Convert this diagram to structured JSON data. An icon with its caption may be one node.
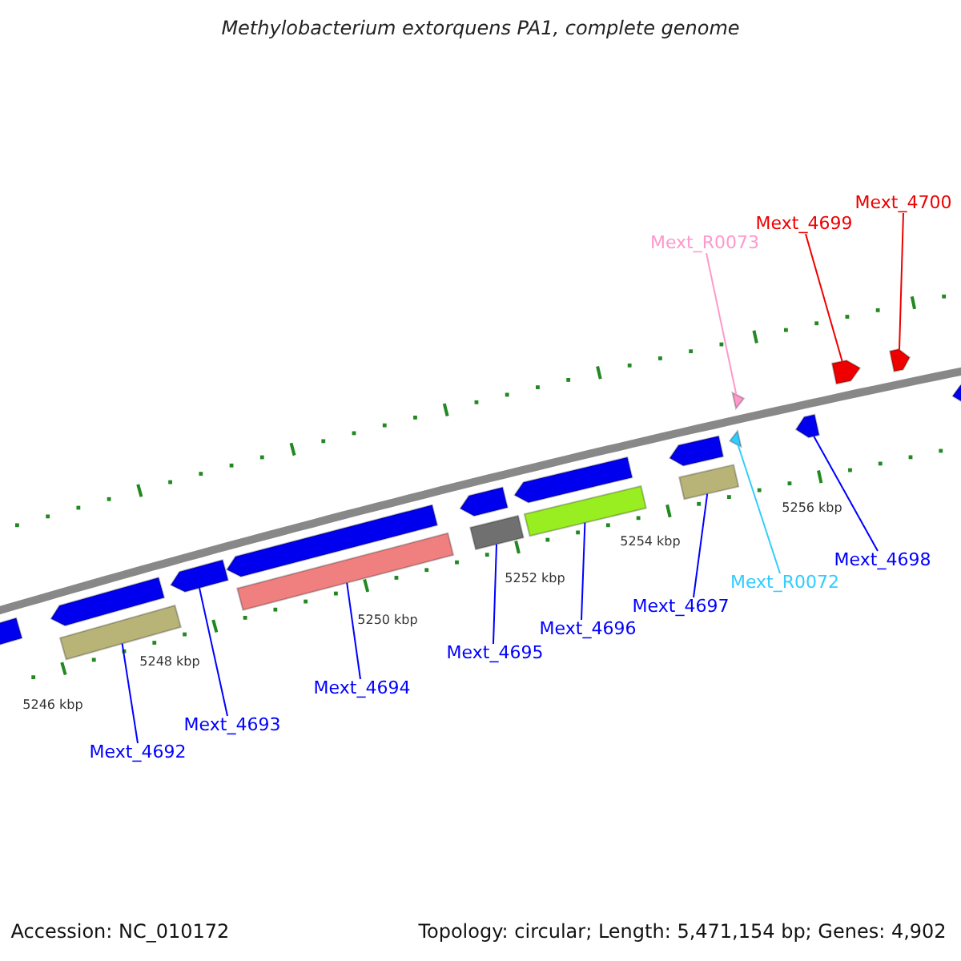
{
  "diagram": {
    "title": "Methylobacterium extorquens PA1, complete genome",
    "nodes": [
      {
        "text": [
          "Mext_4700"
        ]
      },
      {
        "text": [
          "Mext_4699"
        ]
      },
      {
        "text": [
          "Mext_R0073"
        ]
      },
      {
        "text": [
          "Mext_4698"
        ]
      },
      {
        "text": [
          "Mext_R0072"
        ]
      },
      {
        "text": [
          "Mext_4697"
        ]
      },
      {
        "text": [
          "Mext_4696"
        ]
      },
      {
        "text": [
          "Mext_4695"
        ]
      },
      {
        "text": [
          "Mext_4694"
        ]
      },
      {
        "text": [
          "Mext_4693"
        ]
      },
      {
        "text": [
          "Mext_4692"
        ]
      },
      {
        "text": [],
        "shape": "pentagon"
      },
      {
        "text": [],
        "shape": "pentagon"
      },
      {
        "text": [],
        "shape": "bar"
      },
      {
        "text": [],
        "shape": "pentagon"
      },
      {
        "text": [],
        "shape": "pentagon"
      },
      {
        "text": [],
        "shape": "bar"
      },
      {
        "text": [],
        "shape": "pentagon"
      },
      {
        "text": [],
        "shape": "bar"
      },
      {
        "text": [],
        "shape": "pentagon"
      },
      {
        "text": [],
        "shape": "bar"
      },
      {
        "text": [],
        "shape": "pentagon"
      },
      {
        "text": [],
        "shape": "bar"
      },
      {
        "text": [],
        "shape": "triangle"
      },
      {
        "text": [],
        "shape": "triangle"
      },
      {
        "text": [],
        "shape": "pentagon"
      },
      {
        "text": [],
        "shape": "pentagon"
      },
      {
        "text": [],
        "shape": "pentagon"
      },
      {
        "text": [],
        "shape": "pentagon"
      }
    ],
    "edges": [
      {
        "from": 0,
        "to": 27,
        "arrow": "none",
        "color": "#ee0000"
      },
      {
        "from": 1,
        "to": 26,
        "arrow": "none",
        "color": "#ee0000"
      },
      {
        "from": 2,
        "to": 23,
        "arrow": "none",
        "color": "#ff99cc"
      },
      {
        "from": 3,
        "to": 25,
        "arrow": "none"
      },
      {
        "from": 4,
        "to": 24,
        "arrow": "none",
        "color": "#33ccff"
      },
      {
        "from": 5,
        "to": 22,
        "arrow": "none"
      },
      {
        "from": 6,
        "to": 20,
        "arrow": "none"
      },
      {
        "from": 7,
        "to": 18,
        "arrow": "none"
      },
      {
        "from": 8,
        "to": 16,
        "arrow": "none"
      },
      {
        "from": 9,
        "to": 14,
        "arrow": "none"
      },
      {
        "from": 10,
        "to": 13,
        "arrow": "none"
      }
    ],
    "labels": [
      "5256 kbp",
      "5254 kbp",
      "5252 kbp",
      "5250 kbp",
      "5248 kbp",
      "5246 kbp",
      "Accession: NC_010172",
      "Topology: circular; Length: 5,471,154 bp; Genes: 4,902"
    ]
  }
}
